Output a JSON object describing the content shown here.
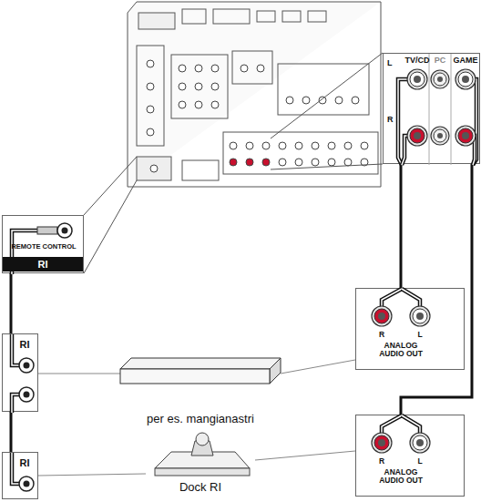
{
  "diagram": {
    "nodes": [
      {
        "text": [
          "TV/CD",
          "L",
          "R",
          "PC",
          "GAME"
        ]
      },
      {
        "text": [
          "REMOTE CONTROL",
          "RI"
        ]
      },
      {
        "text": [
          "RI"
        ]
      },
      {
        "text": [
          "per es. mangianastri"
        ]
      },
      {
        "text": [
          "R",
          "L",
          "ANALOG AUDIO OUT"
        ]
      },
      {
        "text": [
          "RI"
        ]
      },
      {
        "text": [
          "Dock RI"
        ]
      },
      {
        "text": [
          "R",
          "L",
          "ANALOG AUDIO OUT"
        ]
      }
    ],
    "edges": [
      {
        "from": 1,
        "to": 2,
        "arrow": "none"
      },
      {
        "from": 2,
        "to": 5,
        "arrow": "none"
      },
      {
        "from": 4,
        "to": 0,
        "arrow": "none"
      },
      {
        "from": 7,
        "to": 0,
        "arrow": "none"
      },
      {
        "from": 3,
        "to": 2,
        "arrow": "none"
      },
      {
        "from": 3,
        "to": 4,
        "arrow": "none"
      },
      {
        "from": 6,
        "to": 5,
        "arrow": "none"
      },
      {
        "from": 6,
        "to": 7,
        "arrow": "none"
      }
    ]
  }
}
